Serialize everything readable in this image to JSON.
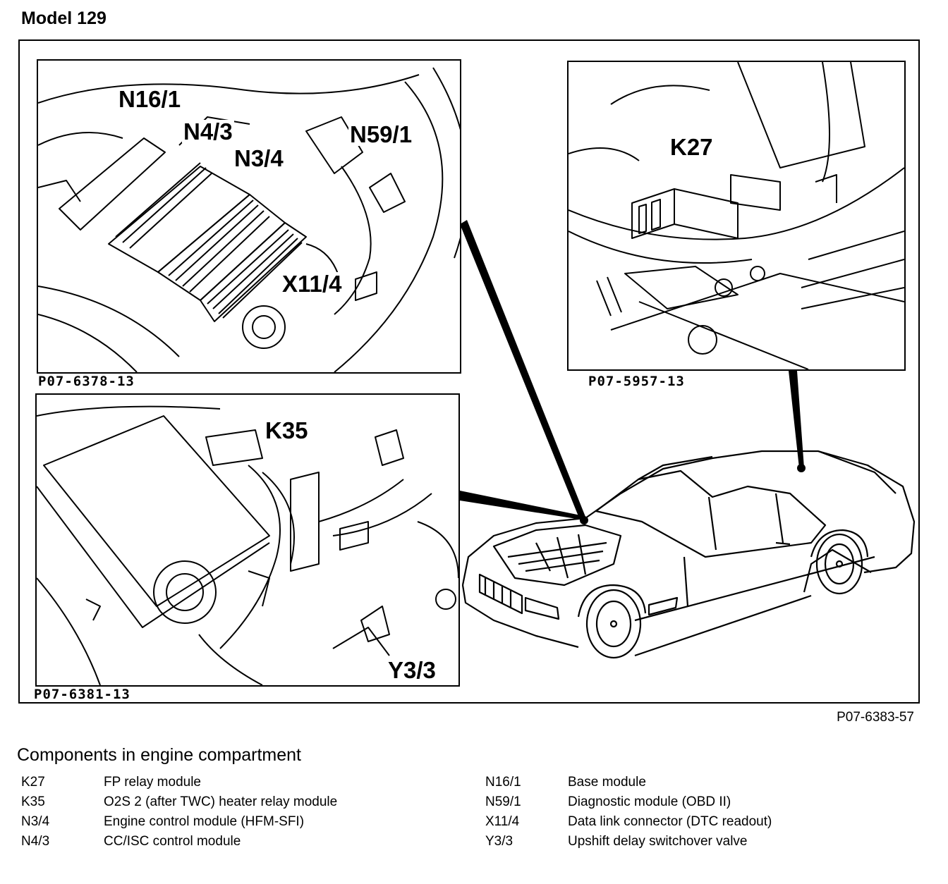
{
  "title": "Model 129",
  "figure_ref": "P07-6383-57",
  "panels": {
    "top_left": {
      "ref": "P07-6378-13",
      "labels": [
        "N16/1",
        "N4/3",
        "N3/4",
        "N59/1",
        "X11/4"
      ]
    },
    "top_right": {
      "ref": "P07-5957-13",
      "labels": [
        "K27"
      ]
    },
    "bottom_left": {
      "ref": "P07-6381-13",
      "labels": [
        "K35",
        "Y3/3"
      ]
    }
  },
  "caption": "Components in engine compartment",
  "legend": {
    "left": [
      {
        "code": "K27",
        "desc": "FP relay module"
      },
      {
        "code": "K35",
        "desc": "O2S 2 (after TWC) heater relay module"
      },
      {
        "code": "N3/4",
        "desc": "Engine control module (HFM-SFI)"
      },
      {
        "code": "N4/3",
        "desc": "CC/ISC control module"
      }
    ],
    "right": [
      {
        "code": "N16/1",
        "desc": "Base module"
      },
      {
        "code": "N59/1",
        "desc": "Diagnostic module (OBD II)"
      },
      {
        "code": "X11/4",
        "desc": "Data link connector (DTC readout)"
      },
      {
        "code": "Y3/3",
        "desc": "Upshift delay switchover valve"
      }
    ]
  }
}
